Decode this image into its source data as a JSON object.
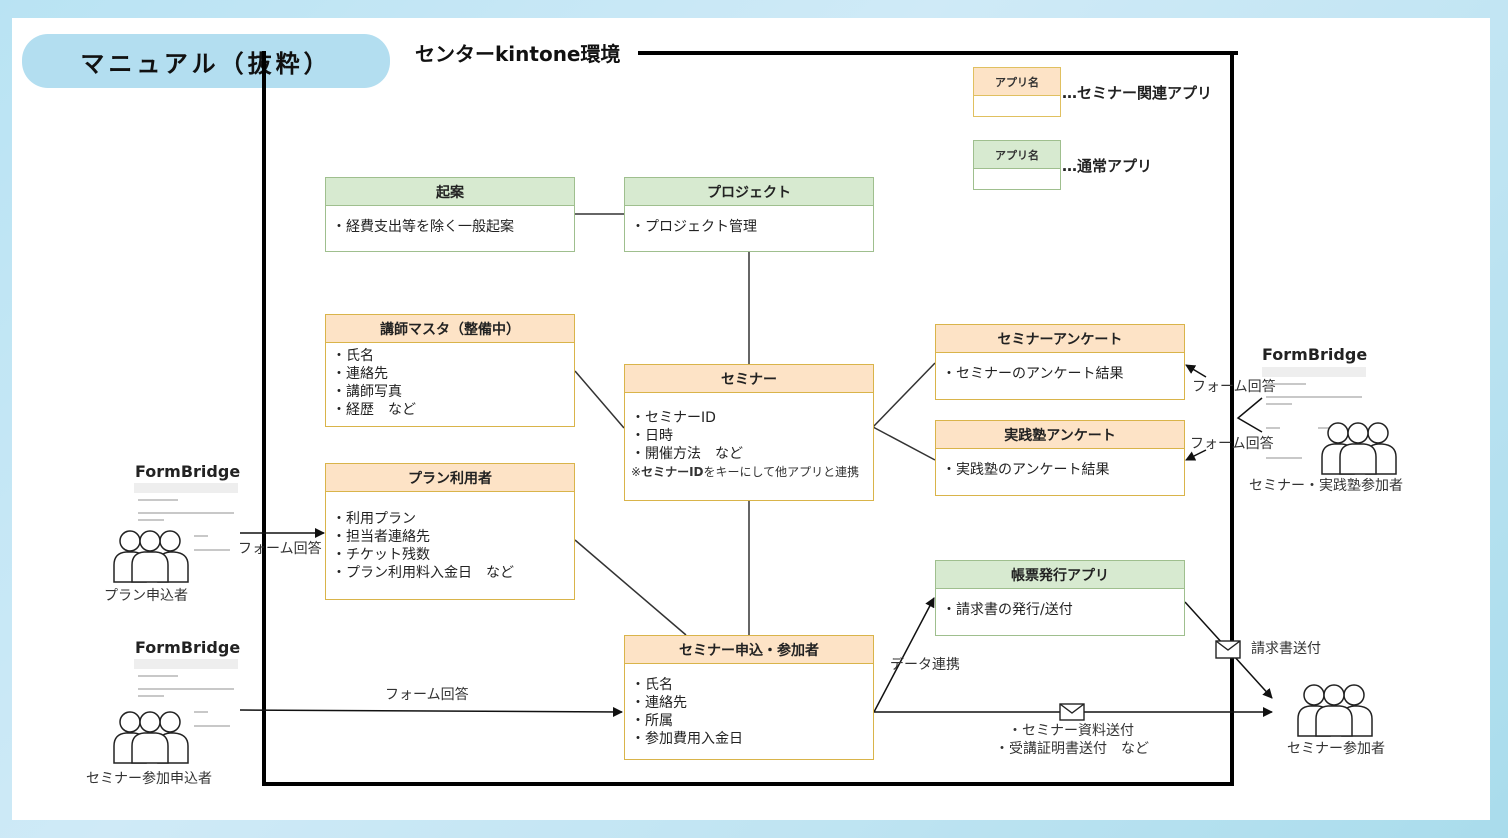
{
  "header": {
    "manual_label": "マニュアル（抜粋）",
    "environment_title": "センターkintone環境"
  },
  "legend": [
    {
      "box_label": "アプリ名",
      "description": "…セミナー関連アプリ",
      "color": "#fde3c6"
    },
    {
      "box_label": "アプリ名",
      "description": "…通常アプリ",
      "color": "#d7ead0"
    }
  ],
  "apps": {
    "kian": {
      "title": "起案",
      "items": [
        "・経費支出等を除く一般起案"
      ]
    },
    "project": {
      "title": "プロジェクト",
      "items": [
        "・プロジェクト管理"
      ]
    },
    "lecturer": {
      "title": "講師マスタ（整備中）",
      "items": [
        "・氏名",
        "・連絡先",
        "・講師写真",
        "・経歴　など"
      ]
    },
    "plan_users": {
      "title": "プラン利用者",
      "items": [
        "・利用プラン",
        "・担当者連絡先",
        "・チケット残数",
        "・プラン利用料入金日　など"
      ]
    },
    "seminar": {
      "title": "セミナー",
      "items": [
        "・セミナーID",
        "・日時",
        "・開催方法　など"
      ],
      "note_prefix": "※",
      "note_bold": "セミナーID",
      "note_rest": "をキーにして他アプリと連携"
    },
    "seminar_survey": {
      "title": "セミナーアンケート",
      "items": [
        "・セミナーのアンケート結果"
      ]
    },
    "jissen_survey": {
      "title": "実践塾アンケート",
      "items": [
        "・実践塾のアンケート結果"
      ]
    },
    "invoice_app": {
      "title": "帳票発行アプリ",
      "items": [
        "・請求書の発行/送付"
      ]
    },
    "seminar_applicants": {
      "title": "セミナー申込・参加者",
      "items": [
        "・氏名",
        "・連絡先",
        "・所属",
        "・参加費用入金日"
      ]
    }
  },
  "external": {
    "formbridge_label": "FormBridge",
    "plan_applicant": "プラン申込者",
    "seminar_applicant": "セミナー参加申込者",
    "seminar_jissen_participants": "セミナー・実践塾参加者",
    "seminar_participants": "セミナー参加者"
  },
  "connectors": {
    "form_answer_1": "フォーム回答",
    "form_answer_2": "フォーム回答",
    "form_answer_3": "フォーム回答",
    "form_answer_4": "フォーム回答",
    "data_link": "データ連携",
    "invoice_send": "請求書送付",
    "mail_line1": "・セミナー資料送付",
    "mail_line2": "・受講証明書送付　など"
  },
  "colors": {
    "related_header": "#fde3c6",
    "related_border": "#d9b44a",
    "normal_header": "#d7ead0",
    "normal_border": "#9fbf8e",
    "pill": "#b3def0"
  }
}
